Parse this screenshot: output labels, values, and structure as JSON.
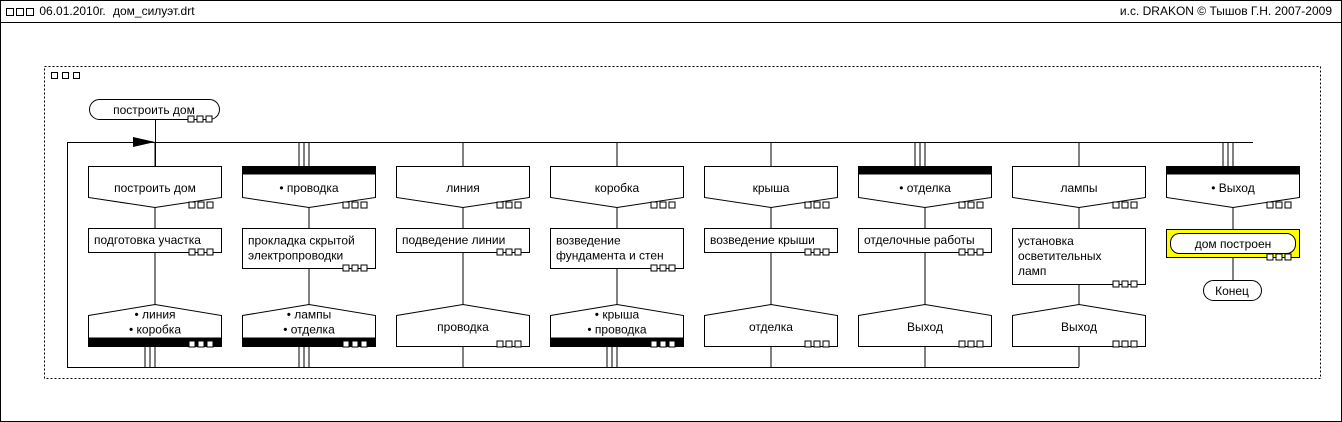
{
  "window": {
    "date": "06.01.2010г.",
    "filename": "дом_силуэт.drt",
    "copyright": "и.с. DRAKON © Тышов Г.Н. 2007-2009"
  },
  "diagram": {
    "start_label": "построить дом",
    "branches": [
      {
        "head": [
          "построить дом"
        ],
        "head_marked": false,
        "action": [
          "подготовка участка"
        ],
        "address": [
          "• линия",
          "• коробка"
        ],
        "address_marked": true
      },
      {
        "head": [
          "• проводка"
        ],
        "head_marked": true,
        "action": [
          "прокладка скрытой",
          "электропроводки"
        ],
        "address": [
          "•  лампы",
          "•  отделка"
        ],
        "address_marked": true
      },
      {
        "head": [
          "линия"
        ],
        "head_marked": false,
        "action": [
          "подведение линии"
        ],
        "address": [
          "проводка"
        ],
        "address_marked": false
      },
      {
        "head": [
          "коробка"
        ],
        "head_marked": false,
        "action": [
          "возведение",
          "фундамента и стен"
        ],
        "address": [
          "•  крыша",
          "• проводка"
        ],
        "address_marked": true
      },
      {
        "head": [
          "крыша"
        ],
        "head_marked": false,
        "action": [
          "возведение крыши"
        ],
        "address": [
          "отделка"
        ],
        "address_marked": false
      },
      {
        "head": [
          "• отделка"
        ],
        "head_marked": true,
        "action": [
          "отделочные работы"
        ],
        "address": [
          "Выход"
        ],
        "address_marked": false
      },
      {
        "head": [
          "лампы"
        ],
        "head_marked": false,
        "action": [
          "установка",
          "осветительных",
          "ламп"
        ],
        "address": [
          "Выход"
        ],
        "address_marked": false
      },
      {
        "head": [
          "• Выход"
        ],
        "head_marked": true,
        "action": [
          "дом построен"
        ],
        "highlight_color": "#ffff00",
        "end_label": "Конец"
      }
    ]
  }
}
